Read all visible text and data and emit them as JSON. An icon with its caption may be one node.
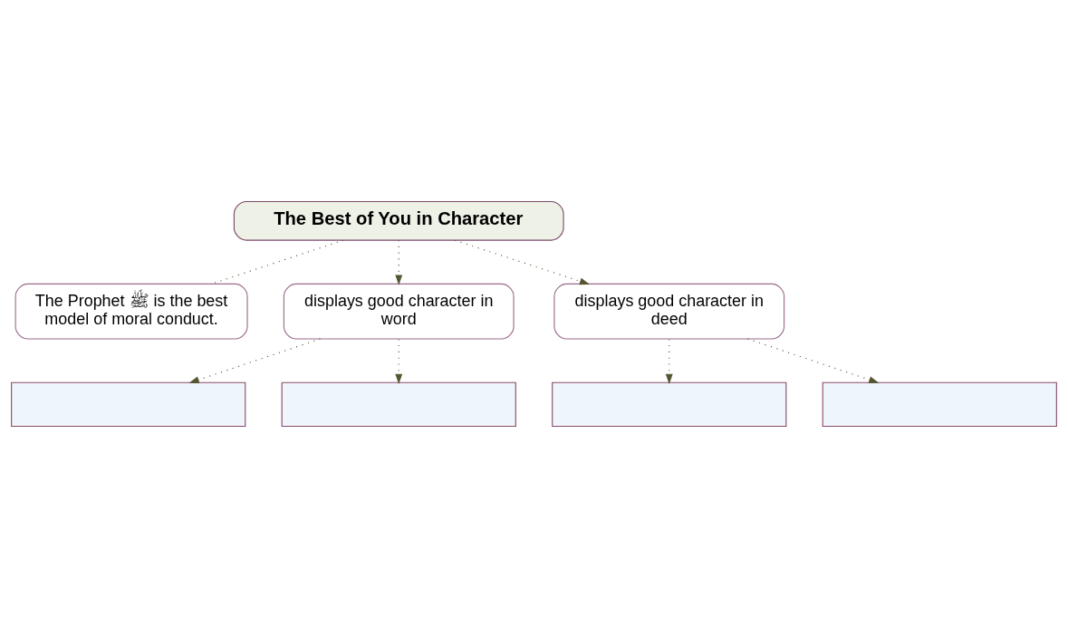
{
  "diagram": {
    "nodes": [
      {
        "text": [
          "The Best of You in Character"
        ]
      },
      {
        "text": [
          "The Prophet ﷺ is the best model of moral conduct."
        ]
      },
      {
        "text": [
          "displays good character in word"
        ]
      },
      {
        "text": [
          "displays good character in deed"
        ]
      },
      {
        "text": [],
        "shape": "box"
      },
      {
        "text": [],
        "shape": "box"
      },
      {
        "text": [],
        "shape": "box"
      },
      {
        "text": [],
        "shape": "box"
      }
    ],
    "edges": [
      {
        "from": 0,
        "to": 1,
        "arrow": "none"
      },
      {
        "from": 0,
        "to": 2,
        "arrow": "to"
      },
      {
        "from": 0,
        "to": 3,
        "arrow": "to"
      },
      {
        "from": 2,
        "to": 4,
        "arrow": "to"
      },
      {
        "from": 2,
        "to": 5,
        "arrow": "to"
      },
      {
        "from": 3,
        "to": 6,
        "arrow": "to"
      },
      {
        "from": 3,
        "to": 7,
        "arrow": "to"
      }
    ]
  }
}
